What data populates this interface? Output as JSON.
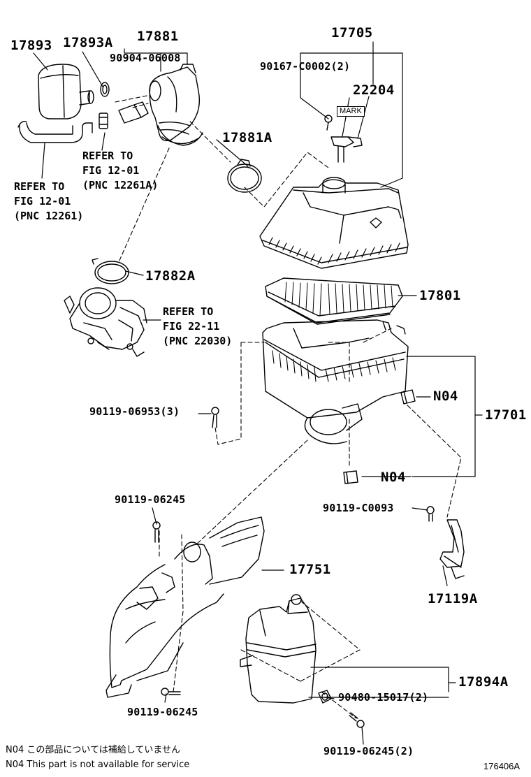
{
  "labels": {
    "p17893": "17893",
    "p17893A": "17893A",
    "p17881": "17881",
    "p90904": "90904-06008",
    "p17705": "17705",
    "p90167": "90167-C0002(2)",
    "p22204": "22204",
    "mark": "MARK",
    "p17881A": "17881A",
    "p17882A": "17882A",
    "p17801": "17801",
    "p90119_06953": "90119-06953(3)",
    "n04_upper": "N04",
    "p17701": "17701",
    "n04_lower": "N04",
    "p90119_06245_top": "90119-06245",
    "p90119_C0093": "90119-C0093",
    "p17751": "17751",
    "p17119A": "17119A",
    "p17894A": "17894A",
    "p90480": "90480-15017(2)",
    "p90119_06245_bottom": "90119-06245",
    "p90119_06245_2": "90119-06245(2)"
  },
  "refs": {
    "ref_12261A": "REFER TO\nFIG 12-01\n(PNC 12261A)",
    "ref_12261": "REFER TO\nFIG 12-01\n(PNC 12261)",
    "ref_22030": "REFER TO\nFIG 22-11\n(PNC 22030)"
  },
  "notes": {
    "jp": "N04  この部品については補給していません",
    "en": "N04  This part is not available for service"
  },
  "figure_id": "176406A"
}
